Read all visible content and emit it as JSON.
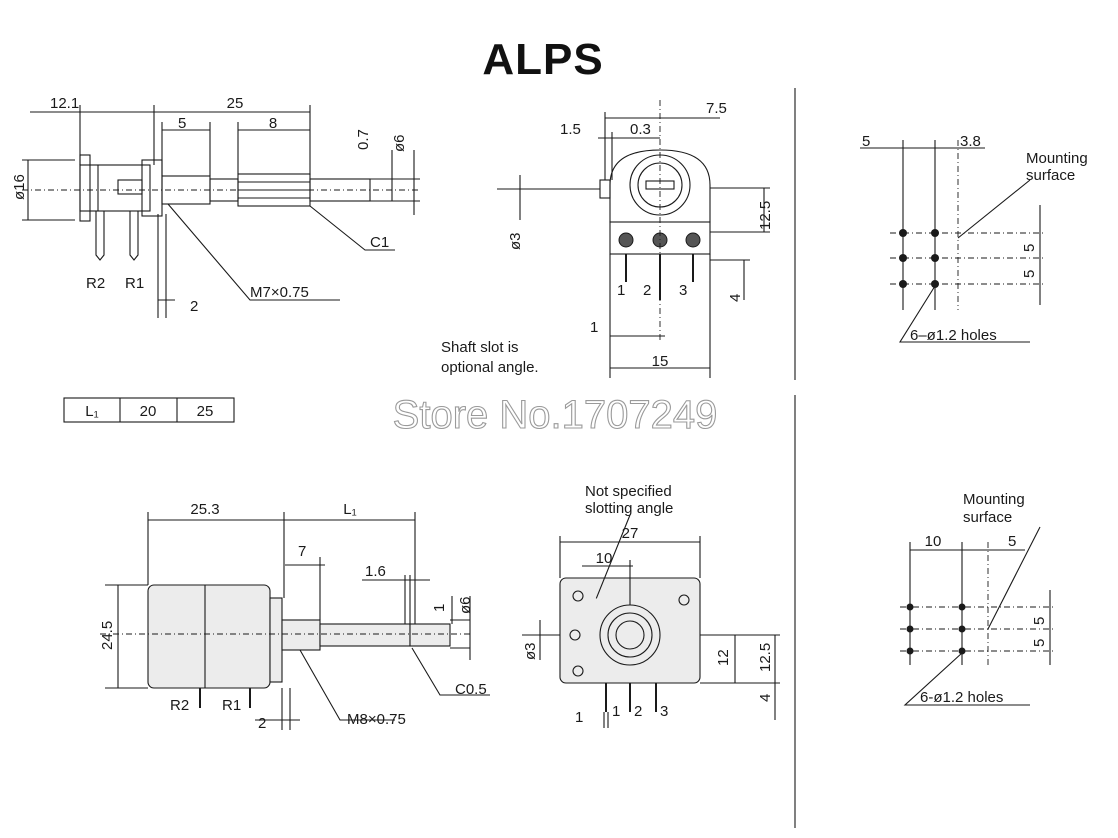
{
  "brand": "ALPS",
  "watermark": "Store No.1707249",
  "top_side": {
    "dim_12_1": "12.1",
    "dim_25": "25",
    "dim_5": "5",
    "dim_8": "8",
    "dim_0_7": "0.7",
    "dim_phi6": "ø6",
    "dim_phi16": "ø16",
    "label_r2": "R2",
    "label_r1": "R1",
    "dim_2": "2",
    "thread": "M7×0.75",
    "chamfer": "C1"
  },
  "top_front": {
    "dim_7_5": "7.5",
    "dim_1_5": "1.5",
    "dim_0_3": "0.3",
    "dim_phi3": "ø3",
    "dim_12_5": "12.5",
    "dim_4": "4",
    "pin1": "1",
    "pin2": "2",
    "pin3": "3",
    "dim_1": "1",
    "dim_15": "15",
    "note_line1": "Shaft slot is",
    "note_line2": "optional angle."
  },
  "top_mount": {
    "dim_5": "5",
    "dim_3_8": "3.8",
    "label_line1": "Mounting",
    "label_line2": "surface",
    "dim_5a": "5",
    "dim_5b": "5",
    "holes": "6–ø1.2 holes"
  },
  "l1_table": {
    "header": "L₁",
    "values": [
      "20",
      "25"
    ]
  },
  "bottom_side": {
    "dim_25_3": "25.3",
    "dim_L1": "L₁",
    "dim_7": "7",
    "dim_1_6": "1.6",
    "dim_1": "1",
    "dim_phi6": "ø6",
    "dim_24_5": "24.5",
    "label_r2": "R2",
    "label_r1": "R1",
    "dim_2": "2",
    "thread": "M8×0.75",
    "chamfer": "C0.5"
  },
  "bottom_front": {
    "note_line1": "Not specified",
    "note_line2": "slotting angle",
    "dim_27": "27",
    "dim_10": "10",
    "dim_phi3": "ø3",
    "dim_12": "12",
    "dim_12_5": "12.5",
    "dim_4": "4",
    "dim_1": "1",
    "pin1": "1",
    "pin2": "2",
    "pin3": "3"
  },
  "bottom_mount": {
    "label_line1": "Mounting",
    "label_line2": "surface",
    "dim_10": "10",
    "dim_5": "5",
    "dim_5a": "5",
    "dim_5b": "5",
    "holes": "6-ø1.2 holes"
  }
}
